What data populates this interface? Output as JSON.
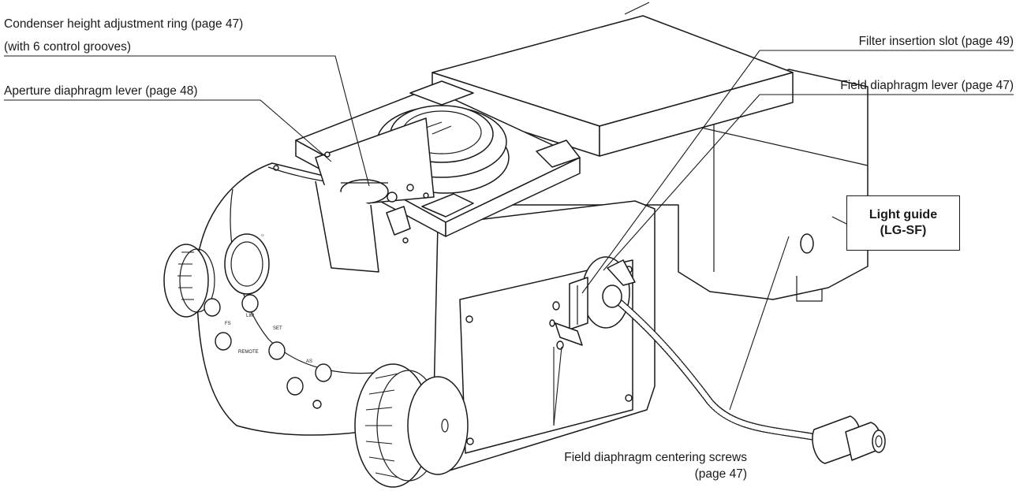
{
  "labels": {
    "condenser_ring": "Condenser height adjustment ring (page 47)",
    "condenser_ring_note": "(with 6 control grooves)",
    "aperture_lever": "Aperture diaphragm lever (page 48)",
    "filter_slot": "Filter insertion slot (page 49)",
    "field_lever": "Field diaphragm lever (page 47)",
    "centering_screws": "Field diaphragm centering screws",
    "centering_screws_page": "(page 47)"
  },
  "callout": {
    "line1": "Light guide",
    "line2": "(LG-SF)"
  },
  "panel_markings": {
    "remote": "REMOTE",
    "set": "SET",
    "lim": "LIM",
    "as": "AS",
    "fs": "FS"
  },
  "colors": {
    "ink": "#1a1a1a",
    "background": "#ffffff"
  }
}
